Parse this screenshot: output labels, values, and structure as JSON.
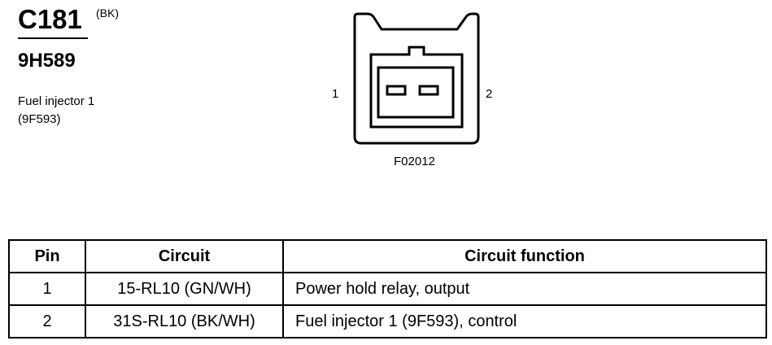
{
  "connector": {
    "id": "C181",
    "color": "(BK)",
    "part_number": "9H589",
    "component_name": "Fuel injector 1",
    "component_code": "(9F593)"
  },
  "diagram": {
    "pin_left": "1",
    "pin_right": "2",
    "figure_code": "F02012"
  },
  "table": {
    "headers": [
      "Pin",
      "Circuit",
      "Circuit function"
    ],
    "rows": [
      {
        "pin": "1",
        "circuit": "15-RL10 (GN/WH)",
        "function": "Power hold relay, output"
      },
      {
        "pin": "2",
        "circuit": "31S-RL10 (BK/WH)",
        "function": "Fuel injector 1 (9F593), control"
      }
    ]
  }
}
